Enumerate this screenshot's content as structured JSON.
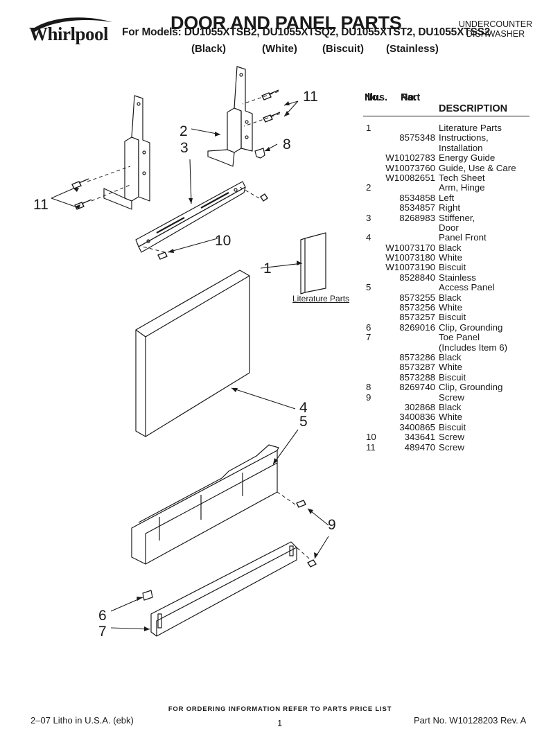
{
  "header": {
    "brand": "Whirlpool",
    "title": "DOOR AND PANEL PARTS",
    "models": "For Models: DU1055XTSB2, DU1055XTSQ2, DU1055XTST2, DU1055XTSS2",
    "colors": [
      "(Black)",
      "(White)",
      "(Biscuit)",
      "(Stainless)"
    ],
    "unit_line1": "UNDERCOUNTER",
    "unit_line2": "DISHWASHER"
  },
  "diagram": {
    "callouts": [
      "11",
      "2",
      "3",
      "8",
      "11",
      "10",
      "1",
      "4",
      "5",
      "9",
      "6",
      "7"
    ],
    "literature_label": "Literature Parts"
  },
  "table": {
    "head_illus_1": "Illus.",
    "head_illus_2": "No.",
    "head_part_1": "Part",
    "head_part_2": "No.",
    "head_desc": "DESCRIPTION",
    "rows": [
      {
        "illus": "1",
        "part": "",
        "desc": "Literature Parts"
      },
      {
        "illus": "",
        "part": "8575348",
        "desc": "Instructions,"
      },
      {
        "illus": "",
        "part": "",
        "desc": "Installation"
      },
      {
        "illus": "",
        "part": "W10102783",
        "desc": "Energy Guide"
      },
      {
        "illus": "",
        "part": "W10073760",
        "desc": "Guide, Use & Care"
      },
      {
        "illus": "",
        "part": "W10082651",
        "desc": "Tech Sheet"
      },
      {
        "illus": "2",
        "part": "",
        "desc": "Arm, Hinge"
      },
      {
        "illus": "",
        "part": "8534858",
        "desc": "Left"
      },
      {
        "illus": "",
        "part": "8534857",
        "desc": "Right"
      },
      {
        "illus": "3",
        "part": "8268983",
        "desc": "Stiffener,"
      },
      {
        "illus": "",
        "part": "",
        "desc": "Door"
      },
      {
        "illus": "4",
        "part": "",
        "desc": "Panel Front"
      },
      {
        "illus": "",
        "part": "W10073170",
        "desc": "Black"
      },
      {
        "illus": "",
        "part": "W10073180",
        "desc": "White"
      },
      {
        "illus": "",
        "part": "W10073190",
        "desc": "Biscuit"
      },
      {
        "illus": "",
        "part": "8528840",
        "desc": "Stainless"
      },
      {
        "illus": "5",
        "part": "",
        "desc": "Access Panel"
      },
      {
        "illus": "",
        "part": "8573255",
        "desc": "Black"
      },
      {
        "illus": "",
        "part": "8573256",
        "desc": "White"
      },
      {
        "illus": "",
        "part": "8573257",
        "desc": "Biscuit"
      },
      {
        "illus": "6",
        "part": "8269016",
        "desc": "Clip, Grounding"
      },
      {
        "illus": "7",
        "part": "",
        "desc": "Toe Panel"
      },
      {
        "illus": "",
        "part": "",
        "desc": "(Includes Item 6)"
      },
      {
        "illus": "",
        "part": "8573286",
        "desc": "Black"
      },
      {
        "illus": "",
        "part": "8573287",
        "desc": "White"
      },
      {
        "illus": "",
        "part": "8573288",
        "desc": "Biscuit"
      },
      {
        "illus": "8",
        "part": "8269740",
        "desc": "Clip, Grounding"
      },
      {
        "illus": "9",
        "part": "",
        "desc": "Screw"
      },
      {
        "illus": "",
        "part": "302868",
        "desc": "Black"
      },
      {
        "illus": "",
        "part": "3400836",
        "desc": "White"
      },
      {
        "illus": "",
        "part": "3400865",
        "desc": "Biscuit"
      },
      {
        "illus": "10",
        "part": "343641",
        "desc": "Screw"
      },
      {
        "illus": "11",
        "part": "489470",
        "desc": "Screw"
      }
    ]
  },
  "footer": {
    "order_note": "FOR ORDERING INFORMATION REFER TO PARTS PRICE LIST",
    "litho": "2–07 Litho in U.S.A. (ebk)",
    "page": "1",
    "part_no": "Part No. W10128203 Rev. A"
  }
}
